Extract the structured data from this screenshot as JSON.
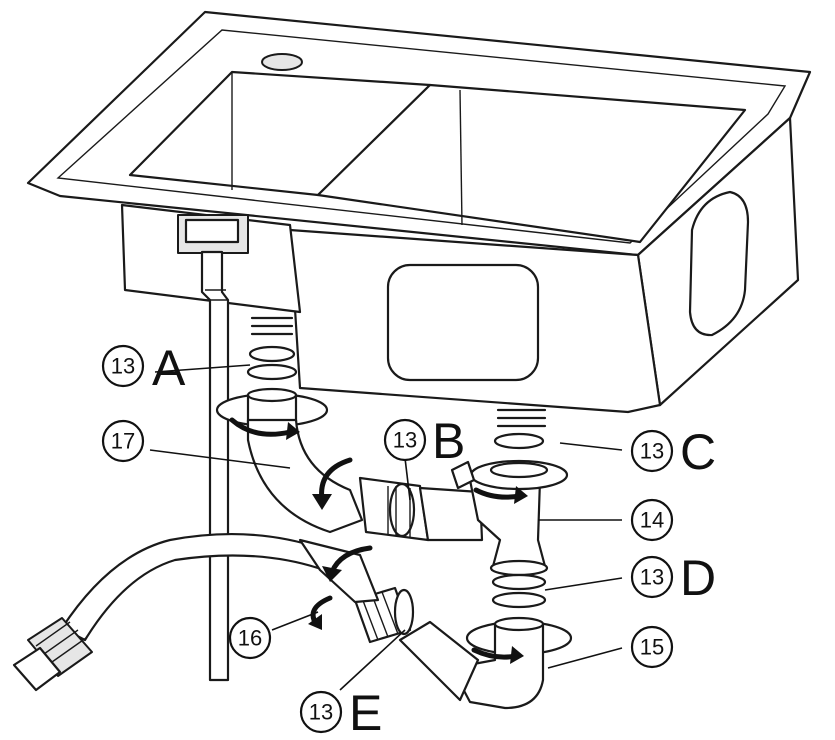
{
  "callouts": [
    {
      "id": "13A",
      "number": "13",
      "letter": "A"
    },
    {
      "id": "17",
      "number": "17",
      "letter": ""
    },
    {
      "id": "13B",
      "number": "13",
      "letter": "B"
    },
    {
      "id": "13C",
      "number": "13",
      "letter": "C"
    },
    {
      "id": "14",
      "number": "14",
      "letter": ""
    },
    {
      "id": "13D",
      "number": "13",
      "letter": "D"
    },
    {
      "id": "16",
      "number": "16",
      "letter": ""
    },
    {
      "id": "15",
      "number": "15",
      "letter": ""
    },
    {
      "id": "13E",
      "number": "13",
      "letter": "E"
    }
  ]
}
